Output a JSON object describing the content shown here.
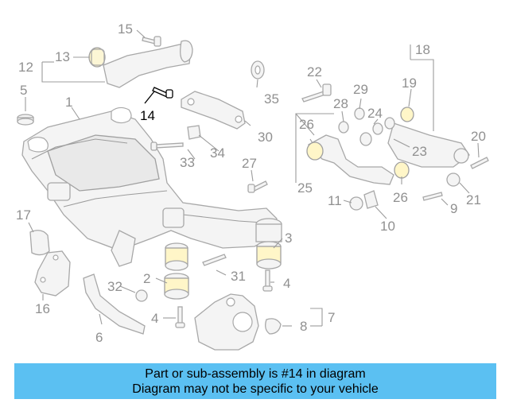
{
  "callouts": {
    "c1": "1",
    "c2": "2",
    "c3": "3",
    "c4a": "4",
    "c4b": "4",
    "c5": "5",
    "c6": "6",
    "c7": "7",
    "c8": "8",
    "c9": "9",
    "c10": "10",
    "c11": "11",
    "c12": "12",
    "c13": "13",
    "c14": "14",
    "c15": "15",
    "c16": "16",
    "c17": "17",
    "c18": "18",
    "c19": "19",
    "c20": "20",
    "c21": "21",
    "c22": "22",
    "c23": "23",
    "c24": "24",
    "c25": "25",
    "c26a": "26",
    "c26b": "26",
    "c27": "27",
    "c28": "28",
    "c29": "29",
    "c30": "30",
    "c31": "31",
    "c32": "32",
    "c33": "33",
    "c34": "34",
    "c35": "35"
  },
  "highlighted_part": "14",
  "colors": {
    "banner": "#5bc0f2",
    "highlight": "#000000",
    "callout": "#909090",
    "bushing": "#fff6c8"
  },
  "banner": {
    "line1": "Part or sub-assembly is #14 in diagram",
    "line2": "Diagram may not be specific to your vehicle"
  }
}
